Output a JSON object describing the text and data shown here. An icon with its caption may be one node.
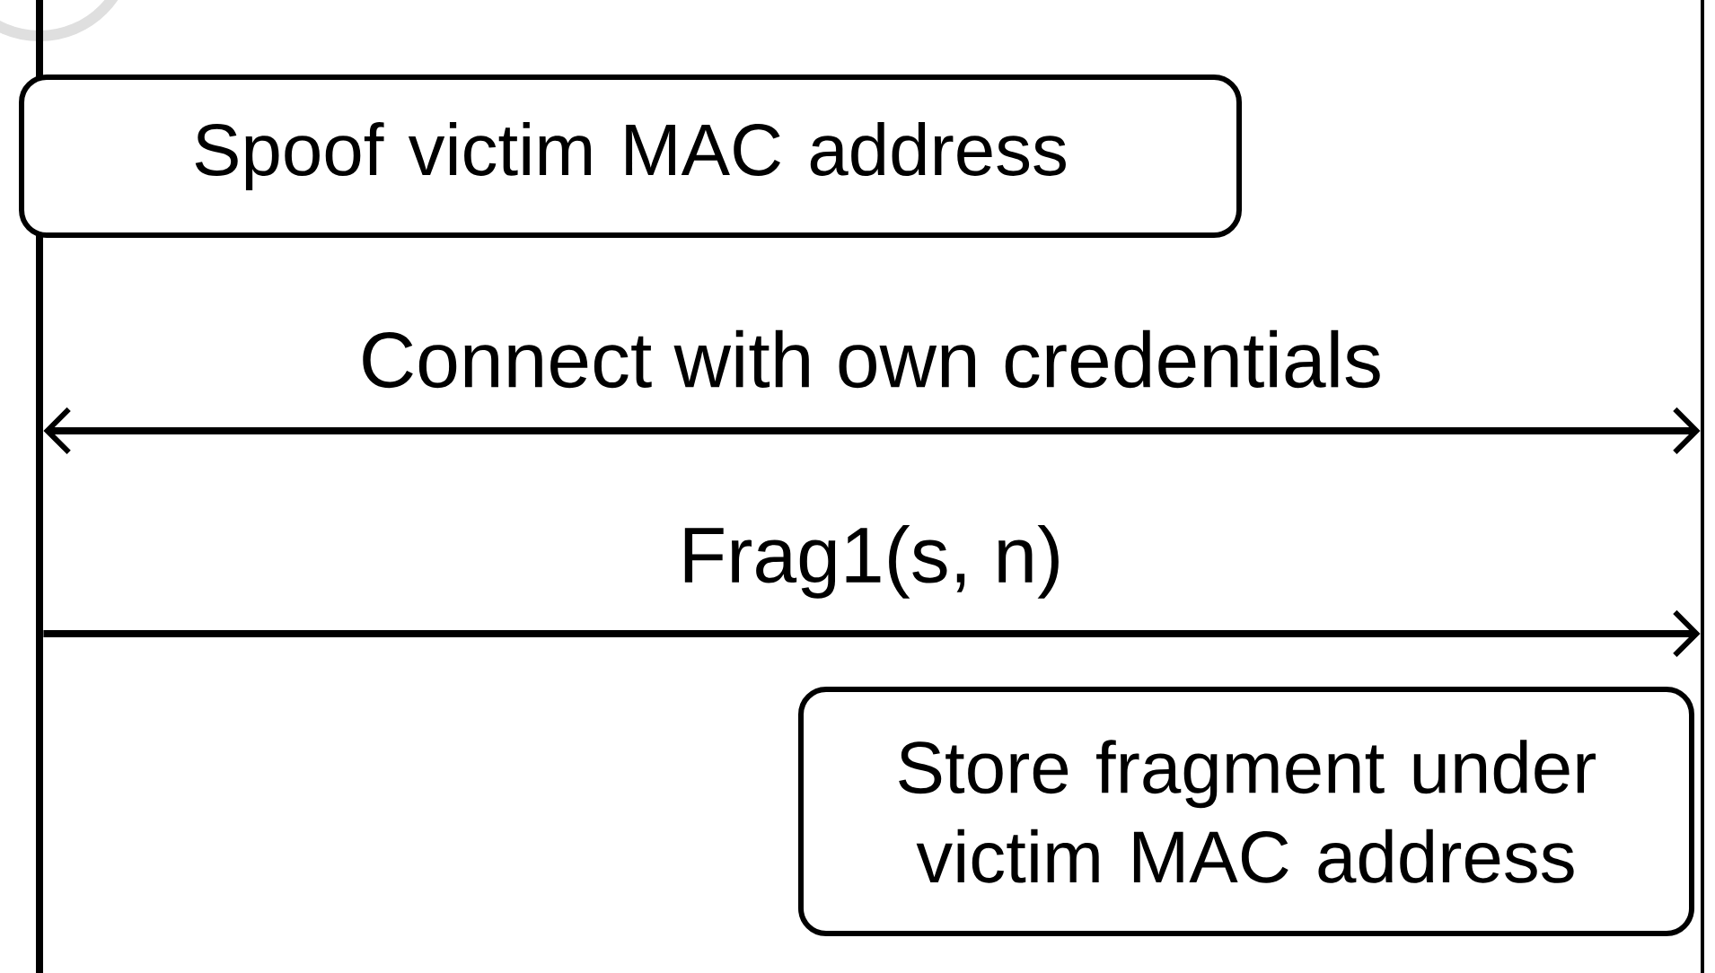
{
  "diagram": {
    "nodes": [
      {
        "text": [],
        "shape": "bar"
      },
      {
        "text": [],
        "shape": "bar"
      },
      {
        "text": [
          "Spoof victim MAC address"
        ]
      },
      {
        "text": [
          "Store fragment under victim MAC address"
        ]
      }
    ],
    "edges": [
      {
        "from": 0,
        "to": 1,
        "arrow": "both",
        "label": "Connect with own credentials"
      },
      {
        "from": 0,
        "to": 1,
        "arrow": "to",
        "label": "Frag1(s, n)"
      }
    ]
  }
}
